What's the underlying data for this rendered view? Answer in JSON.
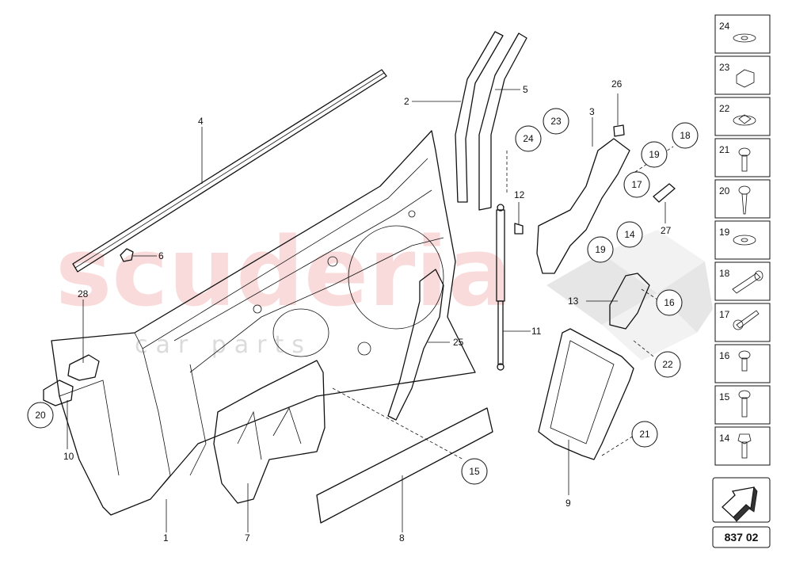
{
  "watermark": {
    "main": "scuderia",
    "sub": "car parts"
  },
  "callouts": {
    "c1": "1",
    "c2": "2",
    "c3": "3",
    "c4": "4",
    "c5": "5",
    "c6": "6",
    "c7": "7",
    "c8": "8",
    "c9": "9",
    "c10": "10",
    "c11": "11",
    "c12": "12",
    "c13": "13",
    "c14": "14",
    "c15": "15",
    "c16": "16",
    "c17": "17",
    "c18": "18",
    "c19a": "19",
    "c19b": "19",
    "c20": "20",
    "c21": "21",
    "c22": "22",
    "c23": "23",
    "c24": "24",
    "c25": "25",
    "c26": "26",
    "c27": "27",
    "c28": "28"
  },
  "side_panel": {
    "items": [
      "24",
      "23",
      "22",
      "21",
      "20",
      "19",
      "18",
      "17",
      "16",
      "15",
      "14"
    ]
  },
  "diagram_code": "837 02",
  "icons": {
    "nav": "arrow-icon"
  }
}
